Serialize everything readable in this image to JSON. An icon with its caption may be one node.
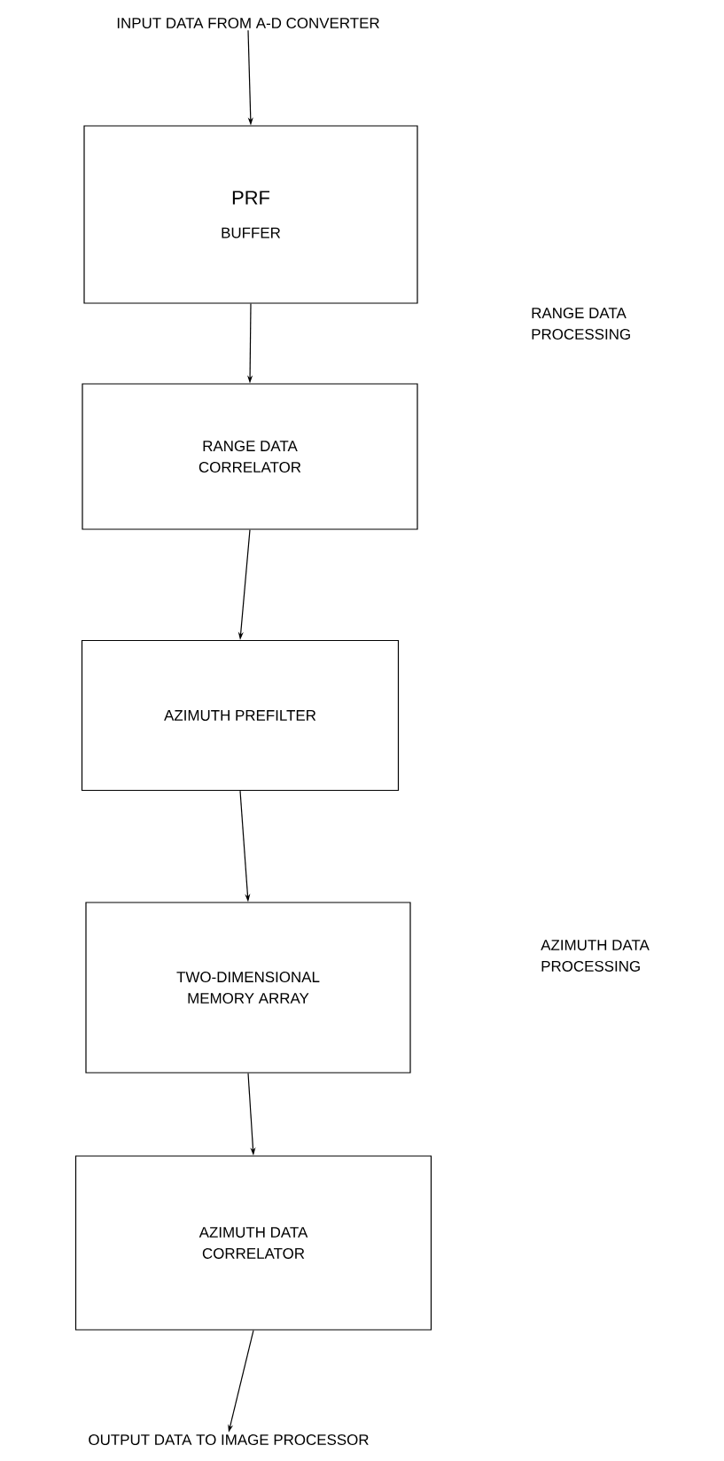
{
  "diagram": {
    "nodes": [
      {
        "text": [
          "INPUT DATA FROM A-D CONVERTER"
        ]
      },
      {
        "text": [
          "PRF",
          "BUFFER"
        ]
      },
      {
        "text": [
          "RANGE DATA CORRELATOR"
        ]
      },
      {
        "text": [
          "AZIMUTH PREFILTER"
        ]
      },
      {
        "text": [
          "TWO-DIMENSIONAL MEMORY ARRAY"
        ]
      },
      {
        "text": [
          "AZIMUTH DATA CORRELATOR"
        ]
      },
      {
        "text": [
          "OUTPUT DATA TO IMAGE PROCESSOR"
        ]
      }
    ],
    "edges": [
      {
        "from": 0,
        "to": 1,
        "arrow": "to"
      },
      {
        "from": 1,
        "to": 2,
        "arrow": "to"
      },
      {
        "from": 2,
        "to": 3,
        "arrow": "to"
      },
      {
        "from": 3,
        "to": 4,
        "arrow": "to"
      },
      {
        "from": 4,
        "to": 5,
        "arrow": "to"
      },
      {
        "from": 5,
        "to": 6,
        "arrow": "to"
      }
    ],
    "labels": [
      "RANGE DATA PROCESSING",
      "AZIMUTH DATA PROCESSING"
    ]
  }
}
